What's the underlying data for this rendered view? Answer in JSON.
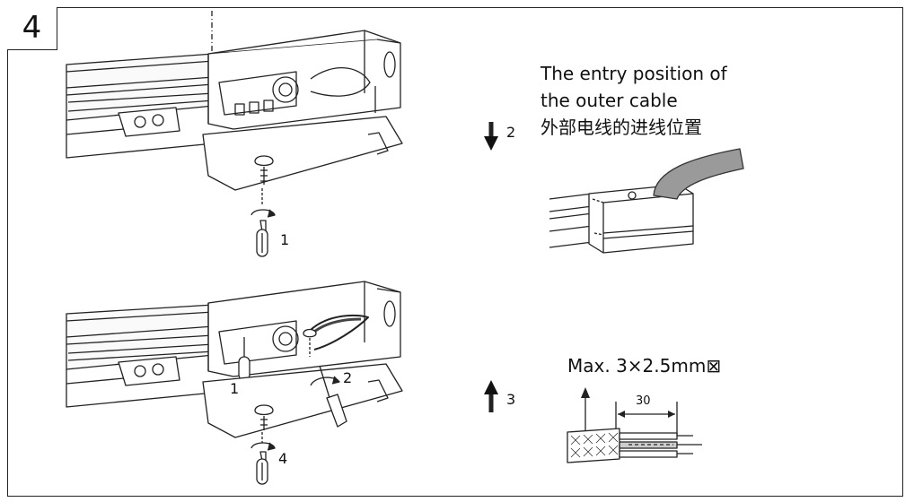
{
  "step_number": "4",
  "cable_entry": {
    "line1": "The entry position of",
    "line2": "the outer cable",
    "line3": "外部电线的进线位置"
  },
  "wire_spec": "Max. 3×2.5mm⊠",
  "strip_length": "30",
  "arrow_down_step": "2",
  "arrow_up_step": "3",
  "top_screw_step": "1",
  "bottom_step_1": "1",
  "bottom_step_2": "2",
  "bottom_step_4": "4"
}
